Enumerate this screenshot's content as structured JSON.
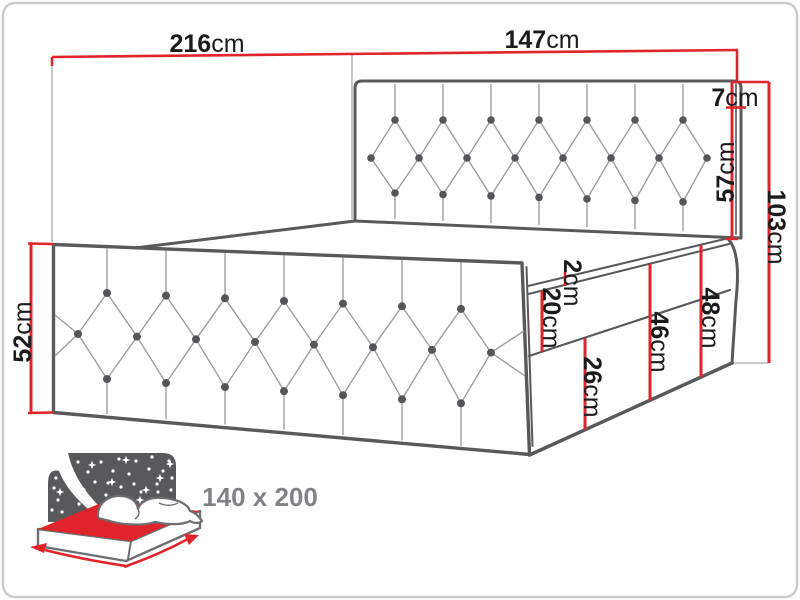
{
  "labels": {
    "d216": {
      "n": "216",
      "u": "cm"
    },
    "d147": {
      "n": "147",
      "u": "cm"
    },
    "d7": {
      "n": "7",
      "u": "cm"
    },
    "d57": {
      "n": "57",
      "u": "cm"
    },
    "d103": {
      "n": "103",
      "u": "cm"
    },
    "d52": {
      "n": "52",
      "u": "cm"
    },
    "d2": {
      "n": "2",
      "u": "cm"
    },
    "d20": {
      "n": "20",
      "u": "cm"
    },
    "d26": {
      "n": "26",
      "u": "cm"
    },
    "d46": {
      "n": "46",
      "u": "cm"
    },
    "d48": {
      "n": "48",
      "u": "cm"
    }
  },
  "icon": {
    "size_label": "140 x 200"
  },
  "colors": {
    "dimension_red": "#e0242b",
    "outline_gray": "#58595b",
    "tuft_gray": "#9a9b9e",
    "label_black": "#1b1b1d",
    "muted_gray": "#818285",
    "border_gray": "#c9cacc",
    "icon_red": "#e0242b",
    "icon_sky_gray": "#58595b"
  }
}
